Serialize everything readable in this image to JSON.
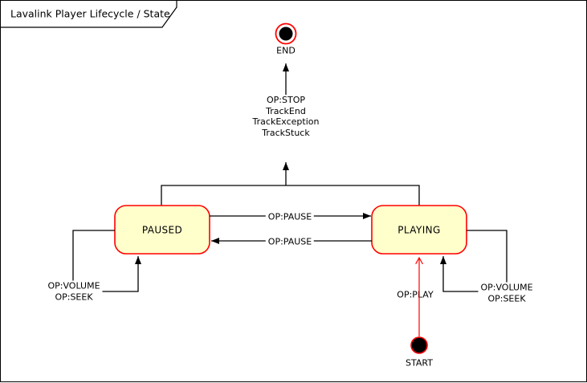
{
  "title": "Lavalink Player Lifecycle / State",
  "colors": {
    "state_fill": "#FFFFCC",
    "state_stroke": "#FF0000",
    "node_fill": "#000000",
    "line_color": "#000000",
    "red_edge": "#FF0000",
    "text_color": "#000000",
    "bg_color": "#FFFFFF"
  },
  "states": {
    "start": {
      "label": "START"
    },
    "end": {
      "label": "END"
    },
    "paused": {
      "label": "PAUSED"
    },
    "playing": {
      "label": "PLAYING"
    }
  },
  "transitions": {
    "to_end": {
      "lines": [
        "OP:STOP",
        "TrackEnd",
        "TrackException",
        "TrackStuck"
      ]
    },
    "paused_to_playing": {
      "label": "OP:PAUSE"
    },
    "playing_to_paused": {
      "label": "OP:PAUSE"
    },
    "paused_self": {
      "lines": [
        "OP:VOLUME",
        "OP:SEEK"
      ]
    },
    "playing_self": {
      "lines": [
        "OP:VOLUME",
        "OP:SEEK"
      ]
    },
    "start_to_playing": {
      "label": "OP:PLAY"
    }
  }
}
